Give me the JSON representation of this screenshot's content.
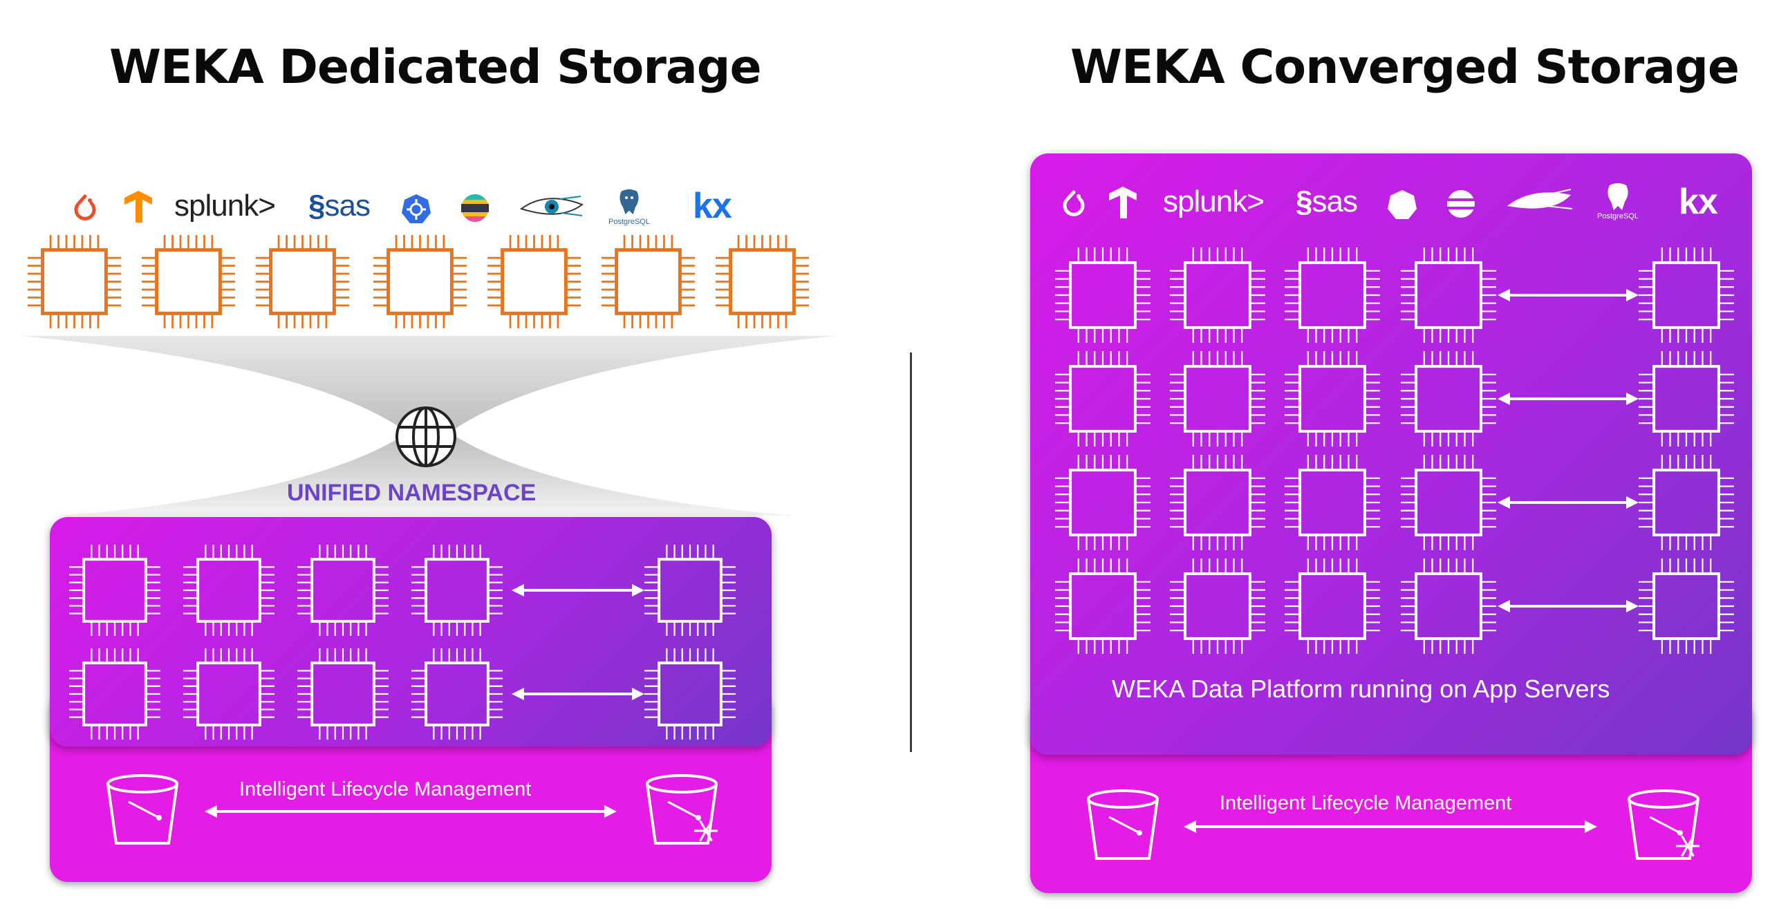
{
  "titles": {
    "dedicated": "WEKA Dedicated Storage",
    "converged": "WEKA Converged Storage"
  },
  "logos": {
    "splunk": "splunk>",
    "sas": "sas",
    "kx": "kx",
    "postgres": "PostgreSQL"
  },
  "dedicated": {
    "namespace_label": "UNIFIED NAMESPACE",
    "lifecycle_label": "Intelligent Lifecycle Management"
  },
  "converged": {
    "platform_label": "WEKA Data Platform running on App Servers",
    "lifecycle_label": "Intelligent Lifecycle Management"
  },
  "colors": {
    "chip_orange": "#e8741f",
    "panel_magenta": "#e51be6",
    "panel_purple": "#7436c9",
    "namespace_text": "#6b45c8"
  },
  "icons": [
    "pytorch-icon",
    "tensorflow-icon",
    "kubernetes-icon",
    "elastic-icon",
    "cassandra-icon",
    "postgresql-icon",
    "globe-icon",
    "bucket-icon",
    "snowflake-icon",
    "chip-icon"
  ]
}
